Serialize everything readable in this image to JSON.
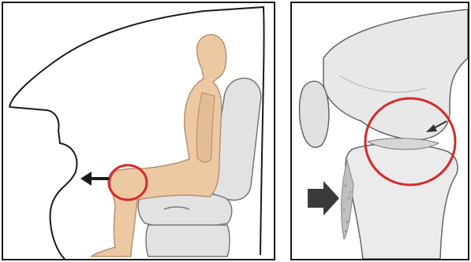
{
  "figure": {
    "panels": [
      {
        "name": "seated-passenger-side-view",
        "highlight": "knee",
        "highlight_color": "#d42a2a",
        "arrow_direction": "left"
      },
      {
        "name": "knee-joint-close-up",
        "highlight": "knee-joint",
        "highlight_color": "#d42a2a",
        "arrow_direction": "right"
      }
    ],
    "colors": {
      "outline": "#1a1a1a",
      "skin": "#ecc8a3",
      "seat": "#e2e2e2",
      "bone": "#e8e8e8",
      "arrow": "#3a3a3a"
    }
  }
}
